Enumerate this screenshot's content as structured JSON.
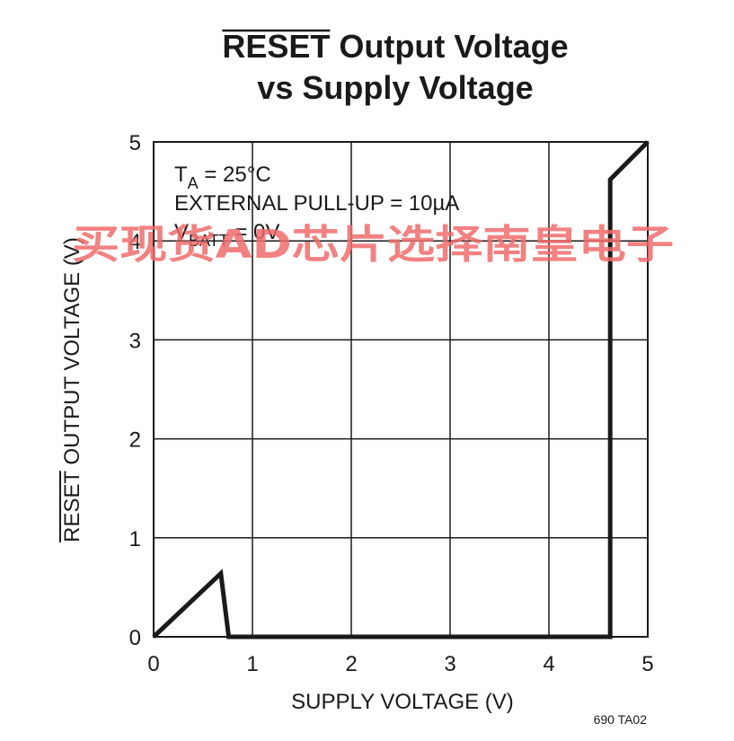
{
  "chart_data": {
    "type": "line",
    "title_line1_over": "RESET",
    "title_line1_rest": " Output Voltage",
    "title_line2": "vs Supply Voltage",
    "xlabel": "SUPPLY VOLTAGE (V)",
    "ylabel_over": "RESET",
    "ylabel_rest": " OUTPUT VOLTAGE (V)",
    "xlim": [
      0,
      5
    ],
    "ylim": [
      0,
      5
    ],
    "x_ticks": [
      0,
      1,
      2,
      3,
      4,
      5
    ],
    "y_ticks": [
      0,
      1,
      2,
      3,
      4,
      5
    ],
    "grid": true,
    "annotations": {
      "ta_main": "T",
      "ta_sub": "A",
      "ta_rest": " = 25°C",
      "pullup": "EXTERNAL PULL-UP = 10µA",
      "vbatt_main": "V",
      "vbatt_sub": "BATT",
      "vbatt_rest": " = 0V"
    },
    "series": [
      {
        "x": [
          0,
          0.68,
          0.76,
          4.62,
          4.62,
          5.0
        ],
        "y": [
          0,
          0.64,
          0,
          0,
          4.62,
          5.0
        ]
      }
    ],
    "line_color": "#1a1a1a"
  },
  "figure_id": "690 TA02",
  "watermark": "买现货AD芯片选择南皇电子"
}
